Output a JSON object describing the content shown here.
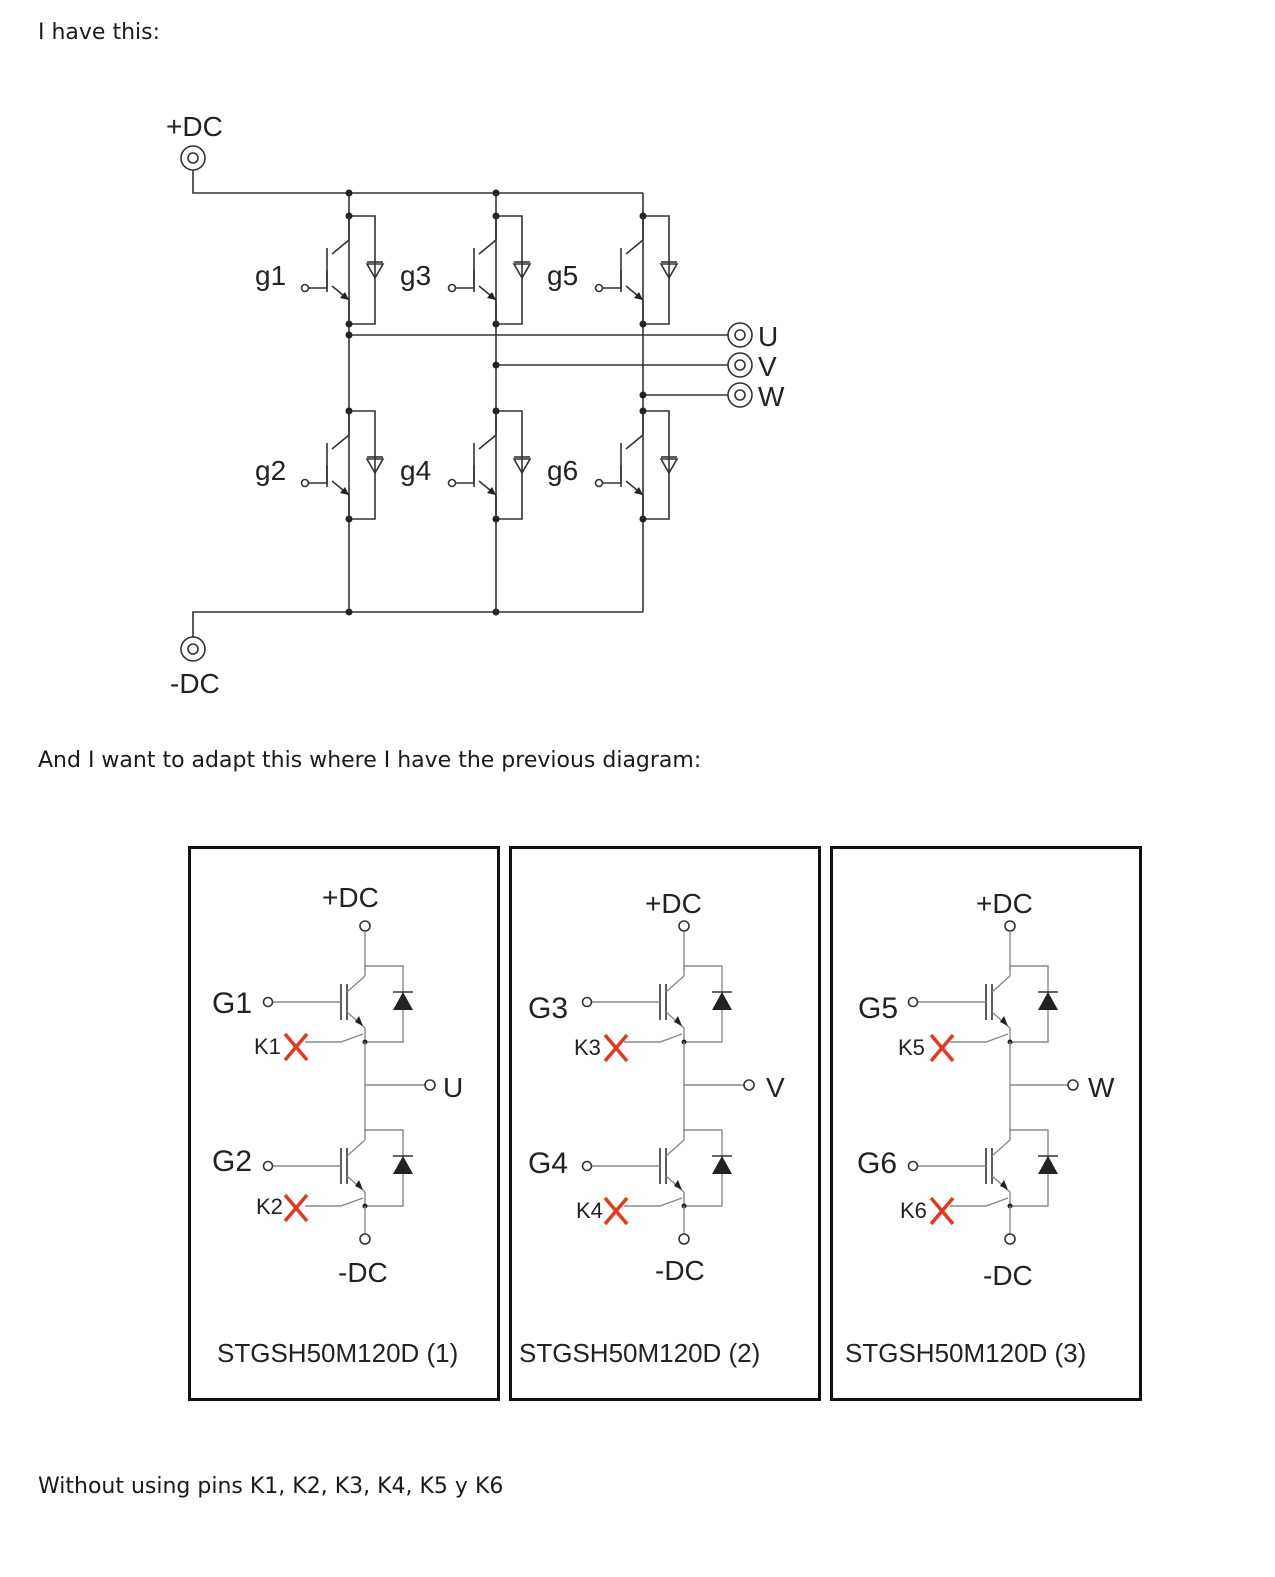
{
  "text": {
    "intro": "I have this:",
    "adapt": "And I want to adapt this where I have the previous diagram:",
    "constraint": "Without using pins K1, K2, K3, K4, K5 y K6"
  },
  "bridge": {
    "dc_plus": "+DC",
    "dc_minus": "-DC",
    "gates": [
      "g1",
      "g2",
      "g3",
      "g4",
      "g5",
      "g6"
    ],
    "outputs": [
      "U",
      "V",
      "W"
    ]
  },
  "modules": [
    {
      "title": "STGSH50M120D (1)",
      "dc_plus": "+DC",
      "dc_minus": "-DC",
      "gate_top": "G1",
      "kelvin_top": "K1",
      "gate_bottom": "G2",
      "kelvin_bottom": "K2",
      "output": "U"
    },
    {
      "title": "STGSH50M120D (2)",
      "dc_plus": "+DC",
      "dc_minus": "-DC",
      "gate_top": "G3",
      "kelvin_top": "K3",
      "gate_bottom": "G4",
      "kelvin_bottom": "K4",
      "output": "V"
    },
    {
      "title": "STGSH50M120D (3)",
      "dc_plus": "+DC",
      "dc_minus": "-DC",
      "gate_top": "G5",
      "kelvin_top": "K5",
      "gate_bottom": "G6",
      "kelvin_bottom": "K6",
      "output": "W"
    }
  ],
  "colors": {
    "cross": "#e8361f",
    "wire": "#333333",
    "text": "#1a1a1a"
  }
}
